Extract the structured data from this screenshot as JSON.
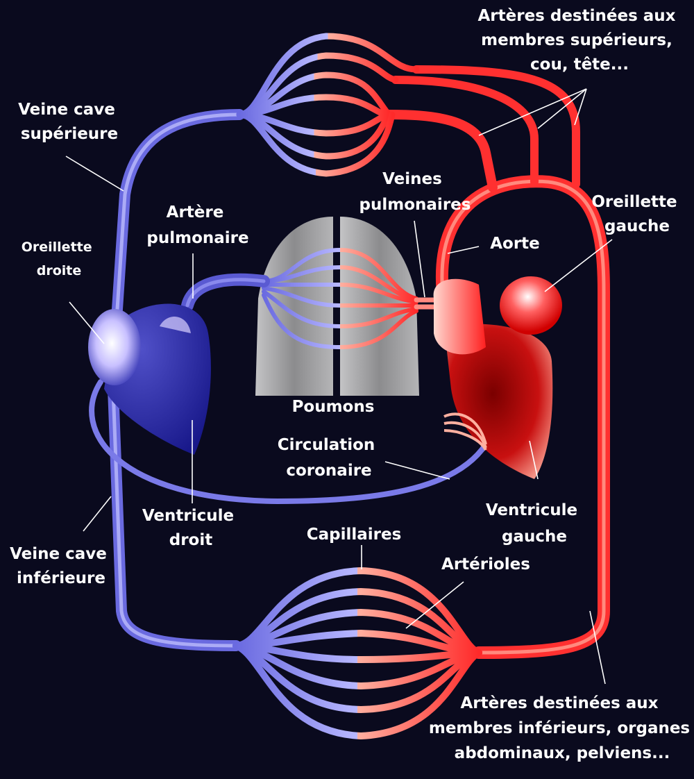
{
  "colors": {
    "background": "#0a0a1e",
    "venous": "#5a5ad2",
    "venous_light": "#c8c8ff",
    "arterial": "#ff2a2a",
    "arterial_light": "#ffd2c8",
    "lung": "#9a9a9a",
    "label": "#ffffff"
  },
  "labels": {
    "arteres_sup": [
      "Artères destinées aux",
      "membres supérieurs,",
      "cou, tête..."
    ],
    "veine_cave_sup": [
      "Veine cave",
      "supérieure"
    ],
    "veines_pulmonaires": [
      "Veines",
      "pulmonaires"
    ],
    "oreillette_gauche": [
      "Oreillette",
      "gauche"
    ],
    "artere_pulmonaire": [
      "Artère",
      "pulmonaire"
    ],
    "oreillette_droite": [
      "Oreillette",
      "droite"
    ],
    "aorte": "Aorte",
    "poumons": "Poumons",
    "circulation_coronaire": [
      "Circulation",
      "coronaire"
    ],
    "ventricule_droit": [
      "Ventricule",
      "droit"
    ],
    "ventricule_gauche": [
      "Ventricule",
      "gauche"
    ],
    "veine_cave_inf": [
      "Veine cave",
      "inférieure"
    ],
    "capillaires": "Capillaires",
    "arterioles": "Artérioles",
    "arteres_inf": [
      "Artères destinées aux",
      "membres inférieurs, organes",
      "abdominaux, pelviens..."
    ]
  }
}
